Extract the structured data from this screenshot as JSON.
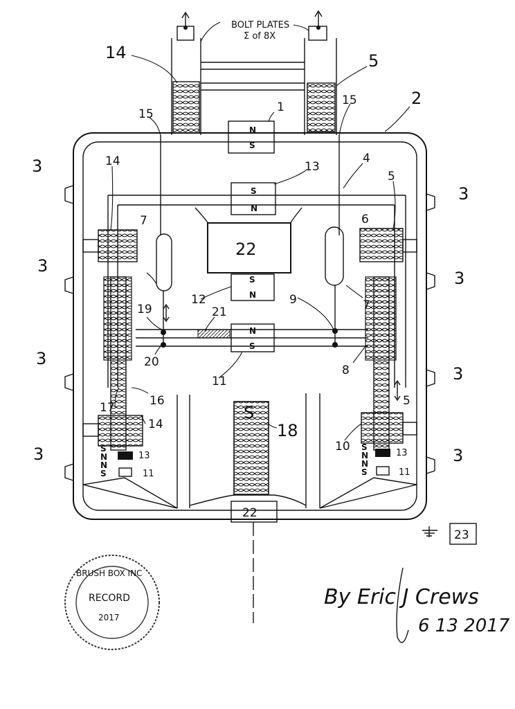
{
  "title_note": "BOLT PLATES",
  "title_note_sub": "Σ of 8X",
  "ground_box": "23",
  "labels": {
    "n14_top": "14",
    "n5_top": "5",
    "n1": "1",
    "n2": "2",
    "n15_left": "15",
    "n15_right": "15",
    "n4": "4",
    "n13_top": "13",
    "n14_mid_left": "14",
    "n5_mid_right": "5",
    "n3_l1": "3",
    "n3_l2": "3",
    "n3_l3": "3",
    "n3_l4": "3",
    "n3_r1": "3",
    "n3_r2": "3",
    "n3_r3": "3",
    "n3_r4": "3",
    "n7_left": "7",
    "n6": "6",
    "n22_center": "22",
    "n7_right": "7",
    "n12": "12",
    "n9": "9",
    "n19": "19",
    "n21": "21",
    "n20": "20",
    "n8": "8",
    "n11_center": "11",
    "n16": "16",
    "n17": "17",
    "n14_low": "14",
    "n13_low_left": "13",
    "n11_low_left": "11",
    "n18": "18",
    "n10": "10",
    "n5_low_right": "5",
    "n13_low_right": "13",
    "n11_low_right": "11",
    "n22_bottom": "22"
  },
  "poles": {
    "top_n": "N",
    "top_s": "S",
    "upper_s": "S",
    "upper_n": "N",
    "mid_s": "S",
    "mid_n": "N",
    "low_n": "N",
    "low_s": "S",
    "coil_s": "S",
    "left_stack": [
      "S",
      "N",
      "N",
      "S"
    ],
    "right_stack": [
      "S",
      "N",
      "N",
      "S"
    ]
  },
  "signature": {
    "text": "By Eric J Crews",
    "date": "6 13 2017"
  },
  "stamp": {
    "text_top": "BRUSH BOX INC",
    "text_center": "RECORD",
    "text_bottom": "2017"
  }
}
